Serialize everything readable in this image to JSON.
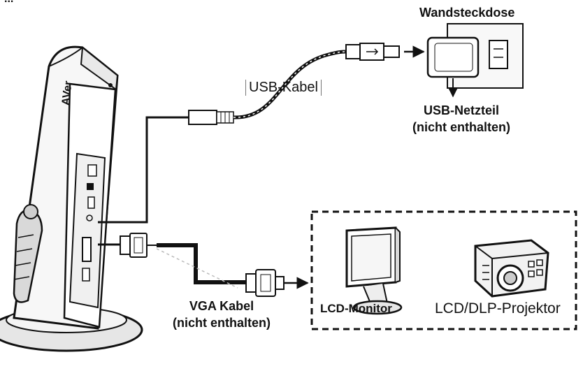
{
  "title_fragment": "...",
  "wall_outlet_label": "Wandsteckdose",
  "usb_cable_label": "USB-Kabel",
  "usb_power_adapter_label": "USB-Netzteil",
  "usb_power_adapter_note": "(nicht enthalten)",
  "vga_cable_label": "VGA Kabel",
  "vga_cable_note": "(nicht enthalten)",
  "lcd_monitor_label": "LCD-Monitor",
  "projector_label": "LCD/DLP-Projektor",
  "camera_logo_text": "AVer",
  "colors": {
    "ink": "#111111",
    "frame": "#222222",
    "paper": "#ffffff",
    "shade": "#d9d9d9"
  }
}
